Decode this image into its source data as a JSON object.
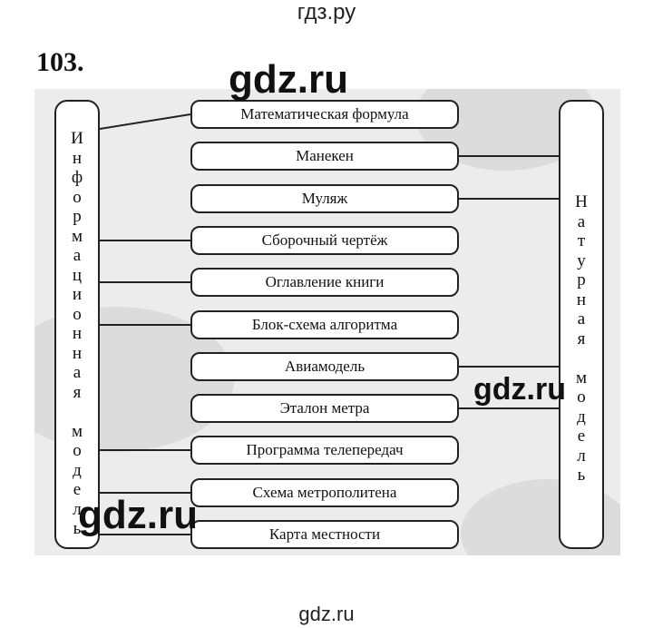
{
  "header": {
    "site": "гдз.ру"
  },
  "task": {
    "number": "103."
  },
  "diagram": {
    "left_label": [
      "И",
      "н",
      "ф",
      "о",
      "р",
      "м",
      "а",
      "ц",
      "и",
      "о",
      "н",
      "н",
      "а",
      "я",
      "",
      "м",
      "о",
      "д",
      "е",
      "л",
      "ь"
    ],
    "right_label": [
      "Н",
      "а",
      "т",
      "у",
      "р",
      "н",
      "а",
      "я",
      "",
      "м",
      "о",
      "д",
      "е",
      "л",
      "ь"
    ],
    "items": [
      "Математическая формула",
      "Манекен",
      "Муляж",
      "Сборочный чертёж",
      "Оглавление книги",
      "Блок-схема алгоритма",
      "Авиамодель",
      "Эталон метра",
      "Программа телепередач",
      "Схема метрополитена",
      "Карта местности"
    ],
    "links": [
      {
        "item": "Математическая формула",
        "to": "Информационная модель"
      },
      {
        "item": "Манекен",
        "to": "Натурная модель"
      },
      {
        "item": "Муляж",
        "to": "Натурная модель"
      },
      {
        "item": "Сборочный чертёж",
        "to": "Информационная модель"
      },
      {
        "item": "Оглавление книги",
        "to": "Информационная модель"
      },
      {
        "item": "Блок-схема алгоритма",
        "to": "Информационная модель"
      },
      {
        "item": "Авиамодель",
        "to": "Натурная модель"
      },
      {
        "item": "Эталон метра",
        "to": "Натурная модель"
      },
      {
        "item": "Программа телепередач",
        "to": "Информационная модель"
      },
      {
        "item": "Схема метрополитена",
        "to": "Информационная модель"
      },
      {
        "item": "Карта местности",
        "to": "Информационная модель"
      }
    ]
  },
  "watermarks": {
    "top": "gdz.ru",
    "middle": "gdz.ru",
    "bottom_left": "gdz.ru",
    "footer": "gdz.ru"
  }
}
